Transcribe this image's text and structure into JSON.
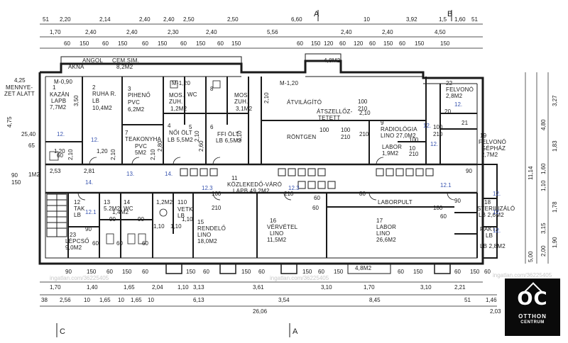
{
  "title_marks": {
    "section_top_a": "A",
    "section_top_b": "B",
    "section_bottom_c": "C",
    "section_bottom_a": "A"
  },
  "logo": {
    "mark": "OC",
    "line1": "OTTHON",
    "line2": "CENTRUM"
  },
  "watermarks": [
    "ingatlan.com/36225405",
    "ingatlan.com/36225405",
    "ingatlan.com/36225405"
  ],
  "rooms": [
    {
      "id": "r1",
      "text": "1"
    },
    {
      "id": "r1n",
      "text": "KAZÁN"
    },
    {
      "id": "r1a",
      "text": "LAPB"
    },
    {
      "id": "r1b",
      "text": "7,7M2"
    },
    {
      "id": "r2",
      "text": "2"
    },
    {
      "id": "r2n",
      "text": "RUHA R."
    },
    {
      "id": "r2a",
      "text": "LB"
    },
    {
      "id": "r2b",
      "text": "10,4M2"
    },
    {
      "id": "r3",
      "text": "3"
    },
    {
      "id": "r3n",
      "text": "PIHENŐ"
    },
    {
      "id": "r3a",
      "text": "PVC"
    },
    {
      "id": "r3b",
      "text": "6,2M2"
    },
    {
      "id": "r4n",
      "text": "NŐI ÖLT"
    },
    {
      "id": "r4a",
      "text": "LB 5,5M2"
    },
    {
      "id": "r7",
      "text": "7"
    },
    {
      "id": "r7n",
      "text": "TEAKONYHA"
    },
    {
      "id": "r7a",
      "text": "PVC"
    },
    {
      "id": "r7b",
      "text": "5M2"
    },
    {
      "id": "r6n",
      "text": "FFI ÖLT"
    },
    {
      "id": "r6a",
      "text": "LB 6,5M2"
    },
    {
      "id": "r9",
      "text": "9"
    },
    {
      "id": "r9n",
      "text": "RADIOLÓGIA"
    },
    {
      "id": "r9a",
      "text": "LINO 27,0M2"
    },
    {
      "id": "rntg",
      "text": "RÖNTGEN"
    },
    {
      "id": "atv",
      "text": "ÁTVILÁGÍTÓ"
    },
    {
      "id": "atsz",
      "text": "ÁTSZELLŐZ-"
    },
    {
      "id": "atsz2",
      "text": "TETETT"
    },
    {
      "id": "r10n",
      "text": "LABOR"
    },
    {
      "id": "r10a",
      "text": "1,9M2"
    },
    {
      "id": "r10",
      "text": "10"
    },
    {
      "id": "r22",
      "text": "22"
    },
    {
      "id": "r22n",
      "text": "FELVONÓ"
    },
    {
      "id": "r22a",
      "text": "2,8M2"
    },
    {
      "id": "r19",
      "text": "19"
    },
    {
      "id": "r19n",
      "text": "FELVONÓ"
    },
    {
      "id": "r19a",
      "text": "GÉPHÁZ"
    },
    {
      "id": "r19b",
      "text": "2,7M2"
    },
    {
      "id": "r11",
      "text": "11"
    },
    {
      "id": "r11n",
      "text": "KÖZLEKEDŐ-VÁRÓ"
    },
    {
      "id": "r11a",
      "text": "LAPB 49,2M2"
    },
    {
      "id": "lpult",
      "text": "LABORPULT"
    },
    {
      "id": "r12",
      "text": "12"
    },
    {
      "id": "r12n",
      "text": "TAK"
    },
    {
      "id": "r13",
      "text": "13"
    },
    {
      "id": "r13a",
      "text": "5.2M2"
    },
    {
      "id": "r14",
      "text": "14"
    },
    {
      "id": "r14n",
      "text": "WC"
    },
    {
      "id": "r15",
      "text": "15"
    },
    {
      "id": "r15n",
      "text": "RENDELŐ"
    },
    {
      "id": "r15a",
      "text": "LINO"
    },
    {
      "id": "r15b",
      "text": "18,0M2"
    },
    {
      "id": "r16",
      "text": "16"
    },
    {
      "id": "r16n",
      "text": "VÉRVÉTEL"
    },
    {
      "id": "r16a",
      "text": "LINO"
    },
    {
      "id": "r16b",
      "text": "11,5M2"
    },
    {
      "id": "r17",
      "text": "17"
    },
    {
      "id": "r17n",
      "text": "LABOR"
    },
    {
      "id": "r17a",
      "text": "LINO"
    },
    {
      "id": "r17b",
      "text": "26,6M2"
    },
    {
      "id": "r18",
      "text": "18"
    },
    {
      "id": "r18n",
      "text": "STERILIZÁLÓ"
    },
    {
      "id": "r18a",
      "text": "LB 2,6M2"
    },
    {
      "id": "rrakt",
      "text": "RAKT."
    },
    {
      "id": "rraktb",
      "text": "LB"
    },
    {
      "id": "rlb",
      "text": "LB 2,8M2"
    },
    {
      "id": "r23",
      "text": "23"
    },
    {
      "id": "r23n",
      "text": "LÉPCSŐ"
    },
    {
      "id": "r23a",
      "text": "9,0M2"
    },
    {
      "id": "angol",
      "text": "ANGOL"
    },
    {
      "id": "akna",
      "text": "AKNA"
    },
    {
      "id": "cem",
      "text": "CEM.SIM."
    },
    {
      "id": "cema",
      "text": "8,2M2"
    },
    {
      "id": "top48",
      "text": "4,8M2"
    },
    {
      "id": "bot48",
      "text": "4,8M2"
    },
    {
      "id": "mennye",
      "text": "MENNYE-"
    },
    {
      "id": "zetalatt",
      "text": "ZET ALATT"
    },
    {
      "id": "m120a",
      "text": "M-1,20"
    },
    {
      "id": "m120b",
      "text": "M-1,20"
    },
    {
      "id": "m090",
      "text": "M-0,90"
    },
    {
      "id": "m2a",
      "text": "1M2"
    },
    {
      "id": "mos1",
      "text": "MOS."
    },
    {
      "id": "zuh1",
      "text": "ZUH."
    },
    {
      "id": "mos2",
      "text": "MOS."
    },
    {
      "id": "zuh2",
      "text": "ZUH."
    },
    {
      "id": "r5a",
      "text": "1,2M2"
    },
    {
      "id": "r8a",
      "text": "3,1M2"
    },
    {
      "id": "wc1",
      "text": "WC"
    },
    {
      "id": "r20",
      "text": "20"
    },
    {
      "id": "r21",
      "text": "21"
    },
    {
      "id": "r6",
      "text": "6"
    },
    {
      "id": "r5",
      "text": "5"
    },
    {
      "id": "r4",
      "text": "4"
    },
    {
      "id": "r8",
      "text": "8"
    },
    {
      "id": "r13b",
      "text": "1,4M2"
    },
    {
      "id": "r14b",
      "text": "1,2M2"
    },
    {
      "id": "r110",
      "text": "110"
    },
    {
      "id": "vetk",
      "text": "VETK"
    },
    {
      "id": "lb1",
      "text": "LB"
    },
    {
      "id": "lb2",
      "text": "LB"
    }
  ],
  "dims_top1": [
    "51",
    "2,20",
    "2,14",
    "2,40",
    "2,40",
    "2,50",
    "2,50",
    "6,60",
    "10",
    "3,92",
    "1,5",
    "1,60",
    "51"
  ],
  "dims_top2": [
    "1,70",
    "2,40",
    "2,40",
    "2,30",
    "2,40",
    "5,56",
    "2,40",
    "2,40",
    "4,50"
  ],
  "dims_top3": [
    "60",
    "150",
    "60",
    "150",
    "60",
    "150",
    "60",
    "150",
    "60",
    "150",
    "60",
    "150",
    "120",
    "60",
    "120",
    "60",
    "150",
    "60",
    "150",
    "150"
  ],
  "dims_bot1": [
    "1,70",
    "1,40",
    "1,65",
    "2,04",
    "1,10",
    "3,13",
    "3,61",
    "3,10",
    "1,70",
    "3,10",
    "2,21"
  ],
  "dims_bot2": [
    "38",
    "2,56",
    "10",
    "1,65",
    "10",
    "1,65",
    "10",
    "6,13",
    "3,54",
    "8,45",
    "51",
    "1,46"
  ],
  "dims_bot3": [
    "26,06",
    "2,03"
  ],
  "dims_bot0": [
    "90",
    "150",
    "60",
    "150",
    "60",
    "150",
    "60",
    "150",
    "60",
    "150",
    "60",
    "150",
    "60",
    "150",
    "60",
    "150",
    "60"
  ],
  "dims_right": [
    "3,27",
    "4,80",
    "11,14",
    "1,83",
    "1,60",
    "1,10",
    "1,78",
    "3,15",
    "1,90",
    "2,00",
    "5,00"
  ],
  "dims_left": [
    "4,25",
    "4,75",
    "25,40",
    "65",
    "90",
    "150",
    "2,53"
  ],
  "blue_marks": [
    "12.",
    "12.",
    "13.",
    "14.",
    "14.",
    "12.3",
    "12.3",
    "12.1",
    "12.",
    "12.",
    "12.",
    "12.1",
    "12.",
    "12.",
    "12."
  ],
  "small_labels": [
    "3,50",
    "2,10",
    "2,80",
    "2,60",
    "2,10",
    "2,10",
    "2,10",
    "1,20",
    "1,20",
    "2,81",
    "2,10",
    "2,10",
    "100",
    "100",
    "210",
    "210",
    "210",
    "100",
    "210",
    "60",
    "80",
    "210",
    "90",
    "100",
    "210",
    "60",
    "180",
    "60",
    "60",
    "60",
    "60",
    "90",
    "90",
    "1,10",
    "1,10",
    "90",
    "1,10",
    "60",
    "100",
    "100",
    "2,10",
    "90",
    "210"
  ]
}
